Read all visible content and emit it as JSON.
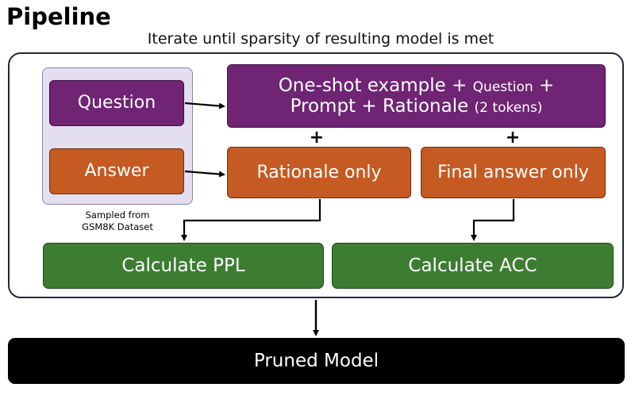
{
  "title": "Pipeline",
  "subtitle": "Iterate until sparsity of resulting model is met",
  "inputs": {
    "question": "Question",
    "answer": "Answer",
    "sampled_line1": "Sampled from",
    "sampled_line2": "GSM8K Dataset"
  },
  "oneshot": {
    "part1": "One-shot example + ",
    "part2": "Question",
    "part3": " +",
    "part4": "Prompt + Rationale ",
    "part5": "(2 tokens)"
  },
  "plus_symbol": "+",
  "rationale_only": "Rationale only",
  "final_answer_only": "Final answer only",
  "calculate_ppl": "Calculate PPL",
  "calculate_acc": "Calculate ACC",
  "pruned_model": "Pruned Model",
  "colors": {
    "purple": "#6f2474",
    "orange": "#c55a22",
    "green": "#3c7d32",
    "group_bg": "#e4def1",
    "outer_border": "#1f2b3a"
  }
}
